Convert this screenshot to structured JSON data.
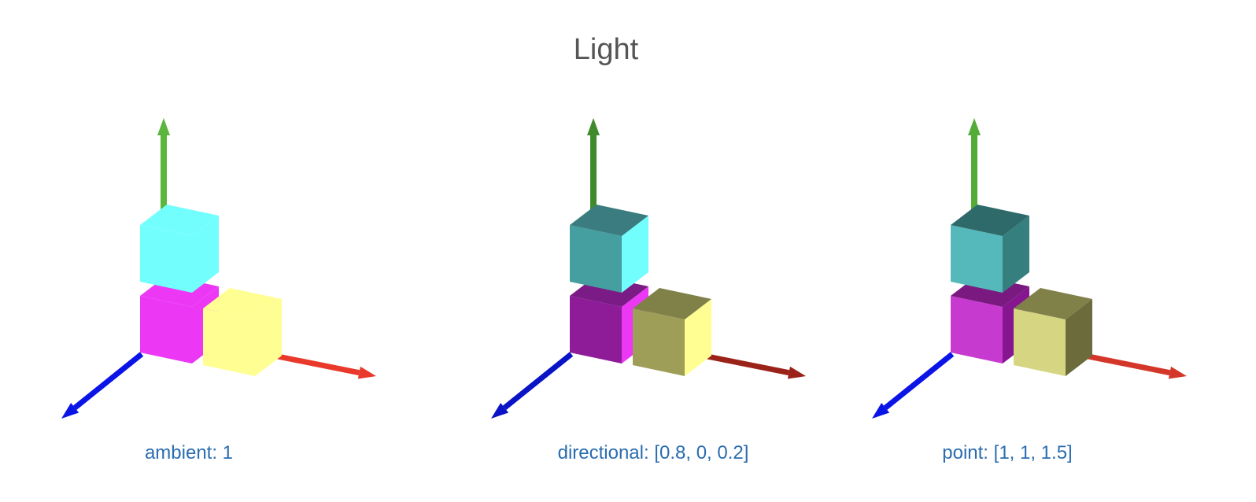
{
  "title": "Light",
  "colors": {
    "x_axis": "#e8392a",
    "y_axis": "#5cb53c",
    "z_axis": "#0a14e6",
    "caption": "#2a6db0"
  },
  "panels": [
    {
      "caption": "ambient: 1",
      "light": "ambient",
      "faces": {
        "cyan": {
          "top": "#73fefe",
          "front": "#73fefe",
          "side": "#73fefe"
        },
        "magenta": {
          "top": "#ec38f5",
          "front": "#ec38f5",
          "side": "#ec38f5"
        },
        "yellow": {
          "top": "#fefe93",
          "front": "#fefe93",
          "side": "#fefe93"
        }
      },
      "axes": {
        "x": "#e8392a",
        "y": "#5cb53c",
        "z": "#0a14e6"
      }
    },
    {
      "caption": "directional: [0.8, 0, 0.2]",
      "light": "directional",
      "faces": {
        "cyan": {
          "top": "#3a7c7f",
          "front": "#459e9f",
          "side": "#73fefe"
        },
        "magenta": {
          "top": "#7b1b86",
          "front": "#8e1c99",
          "side": "#ec38f5"
        },
        "yellow": {
          "top": "#808049",
          "front": "#9e9e58",
          "side": "#fefe93"
        }
      },
      "axes": {
        "x": "#9b2218",
        "y": "#3f8a2a",
        "z": "#0a14c6"
      }
    },
    {
      "caption": "point: [1, 1, 1.5]",
      "light": "point",
      "faces": {
        "cyan": {
          "top": "#2f6a6a",
          "front": "#55b9bb",
          "side": "#357f7f"
        },
        "magenta": {
          "top": "#7a197f",
          "front": "#c63ad0",
          "side": "#85168f"
        },
        "yellow": {
          "top": "#808049",
          "front": "#d6d682",
          "side": "#6b6b3c"
        }
      },
      "axes": {
        "x": "#d4362a",
        "y": "#54ac38",
        "z": "#0a14e6"
      }
    }
  ]
}
